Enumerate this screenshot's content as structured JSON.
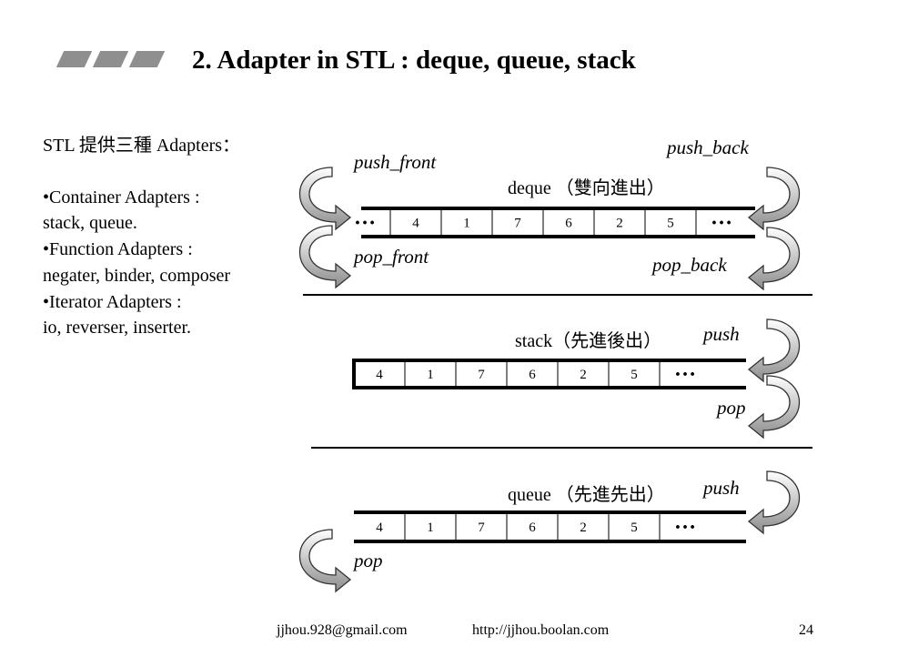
{
  "slide": {
    "title": "2. Adapter in STL : deque, queue, stack",
    "page_number": "24"
  },
  "left_text": {
    "heading": "STL 提供三種 Adapters：",
    "items": [
      {
        "name": "•Container Adapters :",
        "detail": "stack, queue."
      },
      {
        "name": "•Function Adapters :",
        "detail": "negater, binder, composer"
      },
      {
        "name": "•Iterator Adapters :",
        "detail": "io, reverser, inserter."
      }
    ]
  },
  "deque": {
    "label": "deque （雙向進出）",
    "push_front": "push_front",
    "push_back": "push_back",
    "pop_front": "pop_front",
    "pop_back": "pop_back",
    "cells": [
      "…",
      "4",
      "1",
      "7",
      "6",
      "2",
      "5",
      "…"
    ]
  },
  "stack": {
    "label": "stack（先進後出）",
    "push": "push",
    "pop": "pop",
    "cells": [
      "4",
      "1",
      "7",
      "6",
      "2",
      "5",
      "…"
    ]
  },
  "queue": {
    "label": "queue （先進先出）",
    "push": "push",
    "pop": "pop",
    "cells": [
      "4",
      "1",
      "7",
      "6",
      "2",
      "5",
      "…"
    ]
  },
  "footer": {
    "email": "jjhou.928@gmail.com",
    "url": "http://jjhou.boolan.com"
  },
  "colors": {
    "arrow_gradient_light": "#ffffff",
    "arrow_gradient_dark": "#8c8c8c",
    "decoration": "#8f8f8f"
  }
}
